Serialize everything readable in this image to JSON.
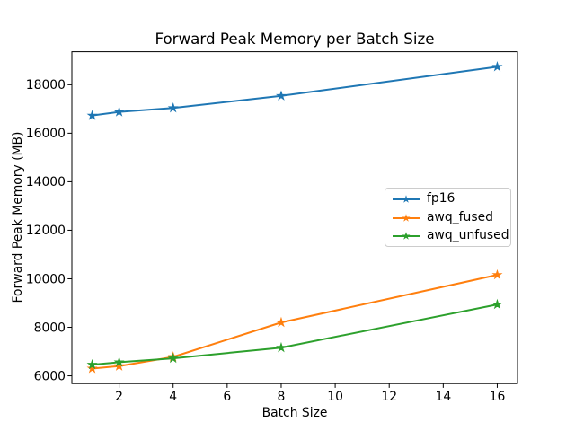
{
  "figure": {
    "background": "#ffffff",
    "axes_edge_color": "#000000",
    "tick_color": "#000000",
    "legend_border_color": "#cccccc"
  },
  "chart_data": {
    "type": "line",
    "title": "Forward Peak Memory per Batch Size",
    "xlabel": "Batch Size",
    "ylabel": "Forward Peak Memory (MB)",
    "x": [
      1,
      2,
      4,
      8,
      16
    ],
    "series": [
      {
        "name": "fp16",
        "color": "#1f77b4",
        "values": [
          16730,
          16880,
          17040,
          17540,
          18740
        ]
      },
      {
        "name": "awq_fused",
        "color": "#ff7f0e",
        "values": [
          6300,
          6400,
          6780,
          8200,
          10160
        ]
      },
      {
        "name": "awq_unfused",
        "color": "#2ca02c",
        "values": [
          6460,
          6560,
          6720,
          7160,
          8940
        ]
      }
    ],
    "xticks": [
      2,
      4,
      6,
      8,
      10,
      12,
      14,
      16
    ],
    "yticks": [
      6000,
      8000,
      10000,
      12000,
      14000,
      16000,
      18000
    ],
    "xlim": [
      0.25,
      16.75
    ],
    "ylim": [
      5680,
      19360
    ],
    "grid": false,
    "marker": "star",
    "legend_position": "center right",
    "legend_labels": [
      "fp16",
      "awq_fused",
      "awq_unfused"
    ]
  }
}
